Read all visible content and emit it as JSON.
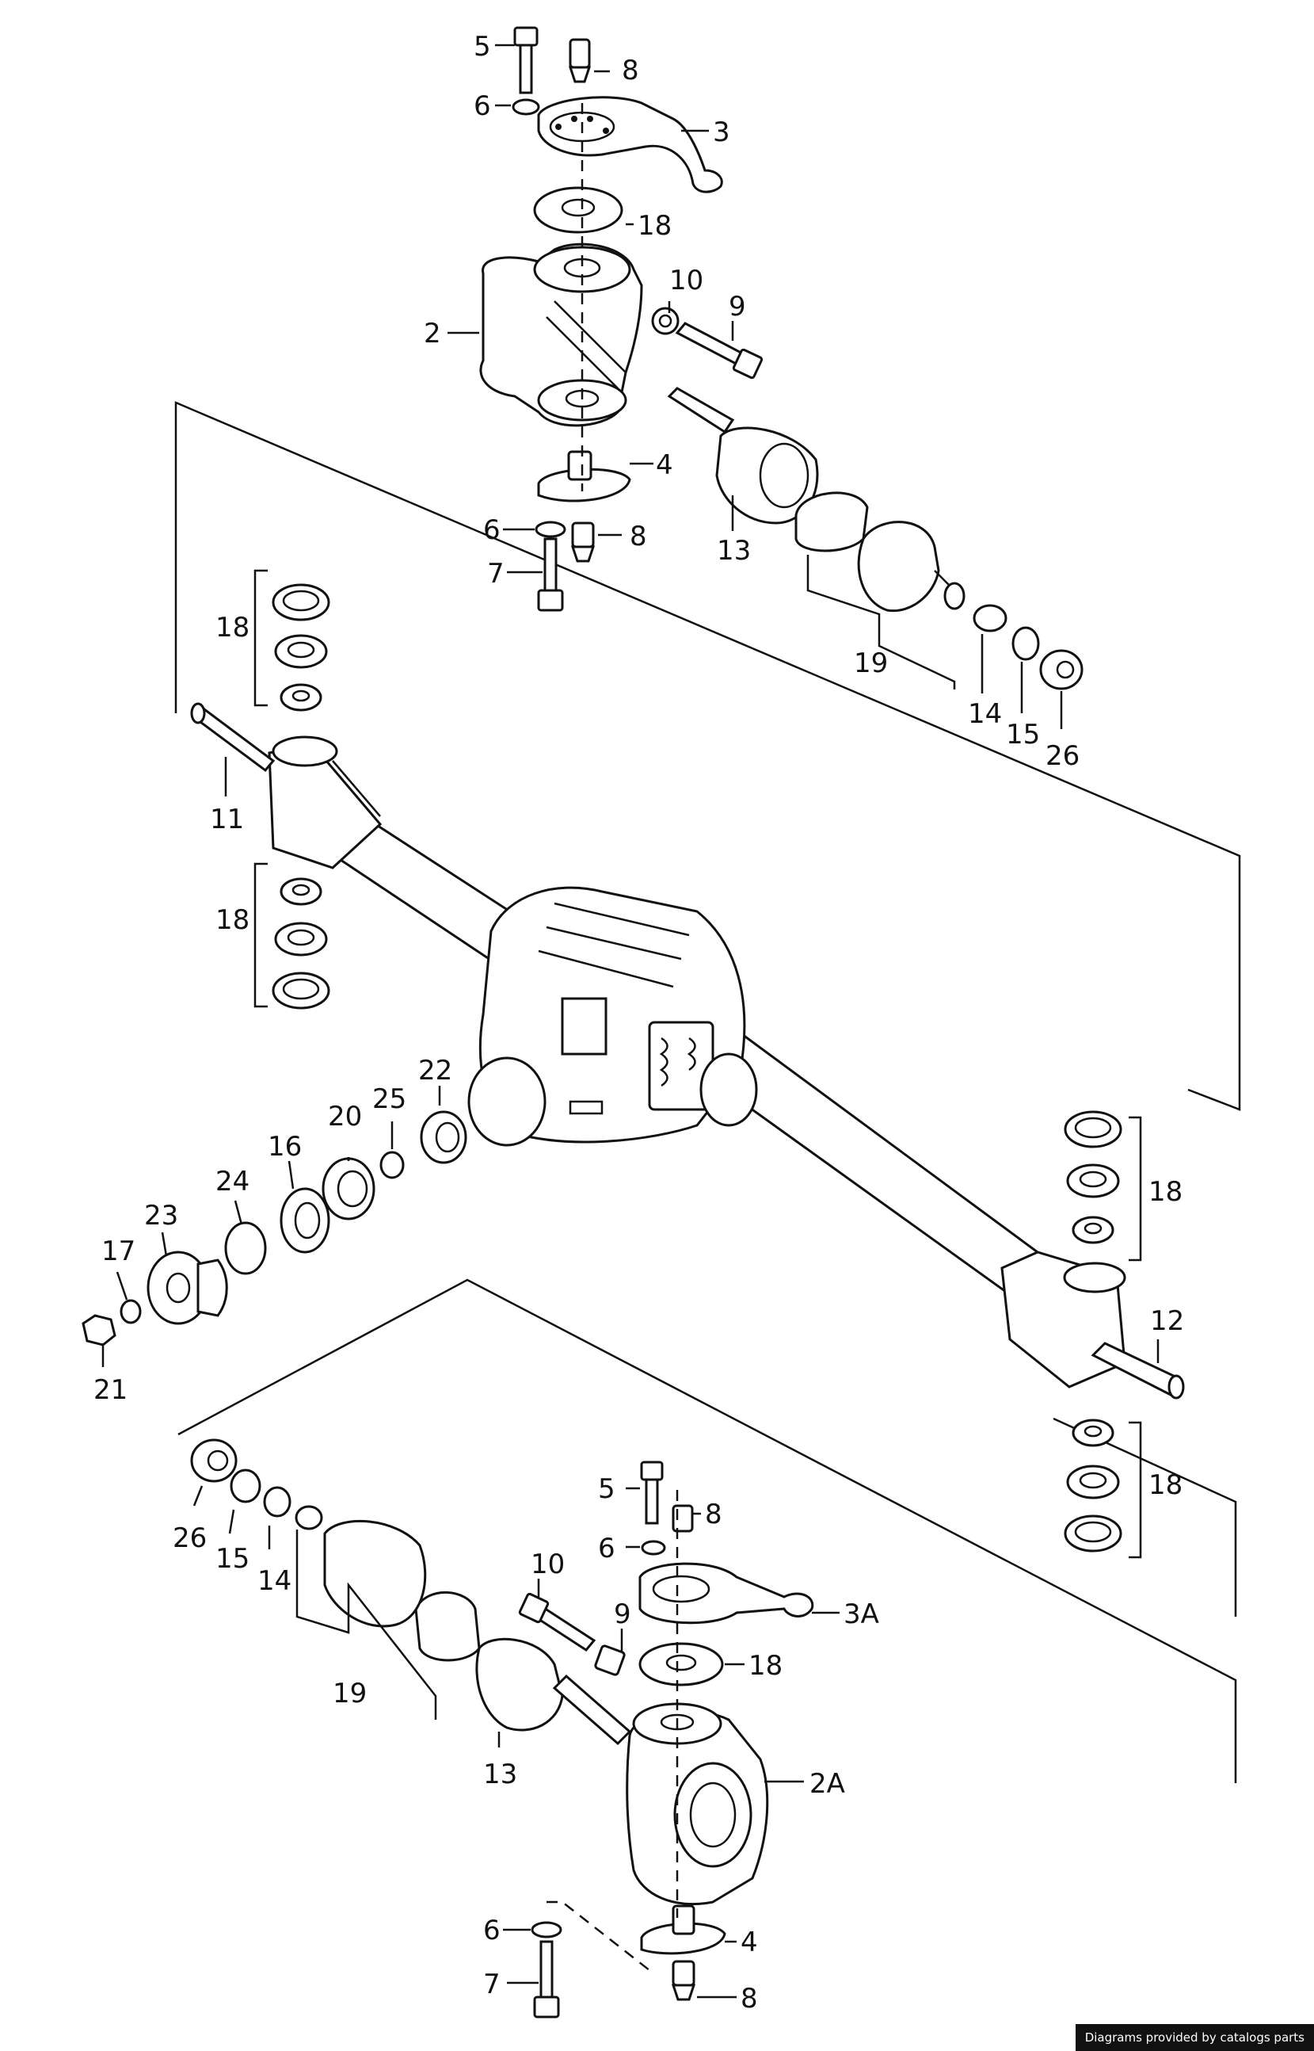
{
  "diagram": {
    "callouts": {
      "top": [
        "5",
        "8",
        "6",
        "3",
        "18",
        "10",
        "9",
        "2",
        "4",
        "6",
        "8",
        "7",
        "13",
        "19",
        "14",
        "15",
        "26"
      ],
      "left_knuckle": [
        "18",
        "11",
        "18"
      ],
      "differential": [
        "22",
        "25",
        "20",
        "16",
        "24",
        "23",
        "17",
        "21"
      ],
      "right_knuckle": [
        "18",
        "12",
        "18"
      ],
      "bottom": [
        "26",
        "15",
        "14",
        "19",
        "13",
        "5",
        "8",
        "6",
        "10",
        "9",
        "3A",
        "18",
        "2A",
        "6",
        "4",
        "7",
        "8"
      ]
    }
  },
  "credit": "Diagrams provided by catalogs parts"
}
